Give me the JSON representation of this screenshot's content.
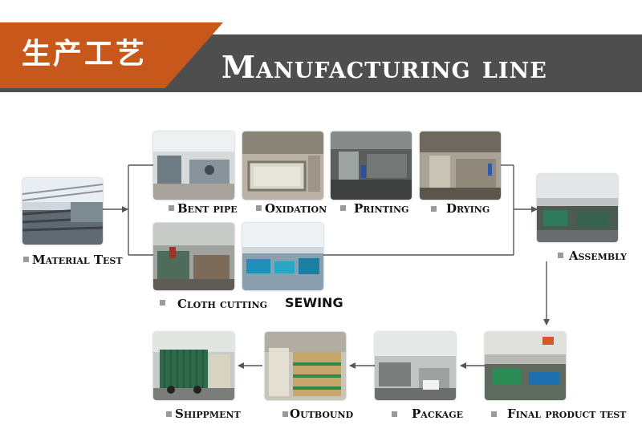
{
  "header": {
    "title_cn": "生产工艺",
    "title_en": "Manufacturing line"
  },
  "colors": {
    "banner_orange": "#c8571c",
    "banner_gray": "#4e4e4e",
    "connector": "#555555",
    "bullet": "#9a9a9a"
  },
  "steps": {
    "material_test": "Material Test",
    "bent_pipe": "Bent pipe",
    "oxidation": "Oxidation",
    "printing": "Printing",
    "drying": "Drying",
    "assembly": "Assembly",
    "cloth_cutting": "Cloth cutting",
    "sewing": "SEWING",
    "final_product_test": "Final product test",
    "package": "Package",
    "outbound": "Outbound",
    "shippment": "Shippment"
  }
}
